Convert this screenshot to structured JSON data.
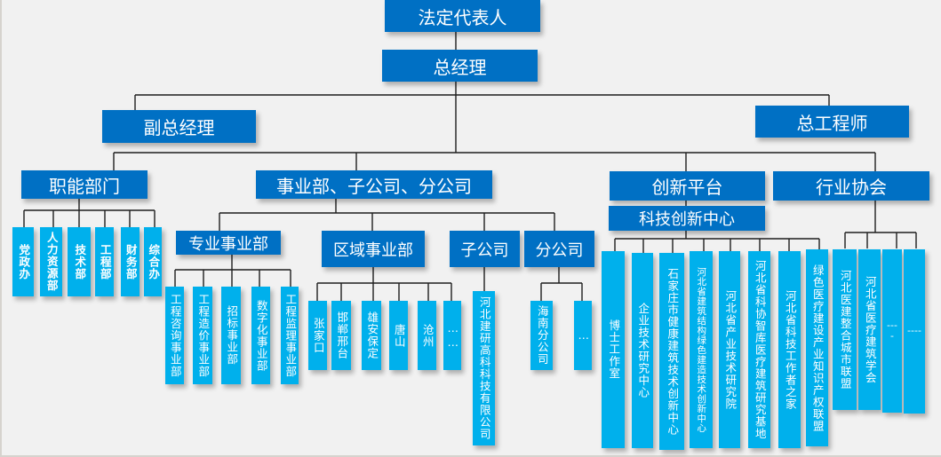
{
  "colors": {
    "dark_box": "#0070c4",
    "light_box": "#00b0ec",
    "background": "#f1f1f1",
    "line": "#1e1e1e"
  },
  "top": {
    "legal_rep": "法定代表人",
    "general_manager": "总经理",
    "deputy_gm": "副总经理",
    "chief_engineer": "总工程师"
  },
  "level2": {
    "functional": "职能部门",
    "business": "事业部、子公司、分公司",
    "innovation": "创新平台",
    "association": "行业协会"
  },
  "functional_depts": [
    "党政办",
    "人力资源部",
    "技术部",
    "工程部",
    "财务部",
    "综合办"
  ],
  "business": {
    "professional": {
      "label": "专业事业部",
      "items": [
        "工程咨询事业部",
        "工程造价事业部",
        "招标事业部",
        "数字化事业部",
        "工程监理事业部"
      ]
    },
    "regional": {
      "label": "区域事业部",
      "items": [
        "张家口",
        "邯郸邢台",
        "雄安保定",
        "唐山",
        "沧州",
        "……"
      ]
    },
    "subsidiary": {
      "label": "子公司",
      "items": [
        "河北建研高科科技有限公司"
      ]
    },
    "branch": {
      "label": "分公司",
      "items": [
        "海南分公司",
        "…"
      ]
    }
  },
  "innovation": {
    "center": "科技创新中心",
    "items": [
      "博士工作室",
      "企业技术研究中心",
      "石家庄市健康建筑技术创新中心",
      "河北省建筑结构绿色建造技术创新中心",
      "河北省产业技术研究院",
      "河北省科协智库医疗建筑研究基地",
      "河北省科技工作者之家",
      "绿色医疗建设产业知识产权联盟"
    ]
  },
  "associations": [
    "河北医建整合城市联盟",
    "河北省医疗建筑学会",
    "----",
    "----"
  ]
}
